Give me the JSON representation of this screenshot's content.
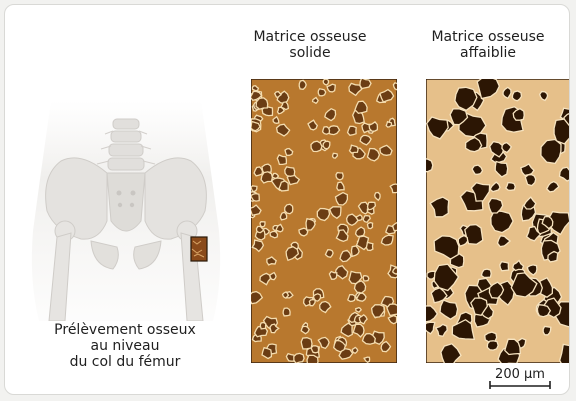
{
  "caption": {
    "line1": "Prélèvement osseux",
    "line2": "au niveau",
    "line3": "du col du fémur"
  },
  "panel_solid": {
    "title_line1": "Matrice osseuse",
    "title_line2": "solide"
  },
  "panel_weak": {
    "title_line1": "Matrice osseuse",
    "title_line2": "affaiblie"
  },
  "scale_bar": {
    "label": "200 µm"
  },
  "colors": {
    "solid_bone": "#b8782e",
    "solid_pore": "#6b3d14",
    "weak_bone": "#e6c08a",
    "weak_pore": "#2c1604",
    "skeleton": "#e4e2df",
    "sample_box": "#8a4a1a"
  }
}
